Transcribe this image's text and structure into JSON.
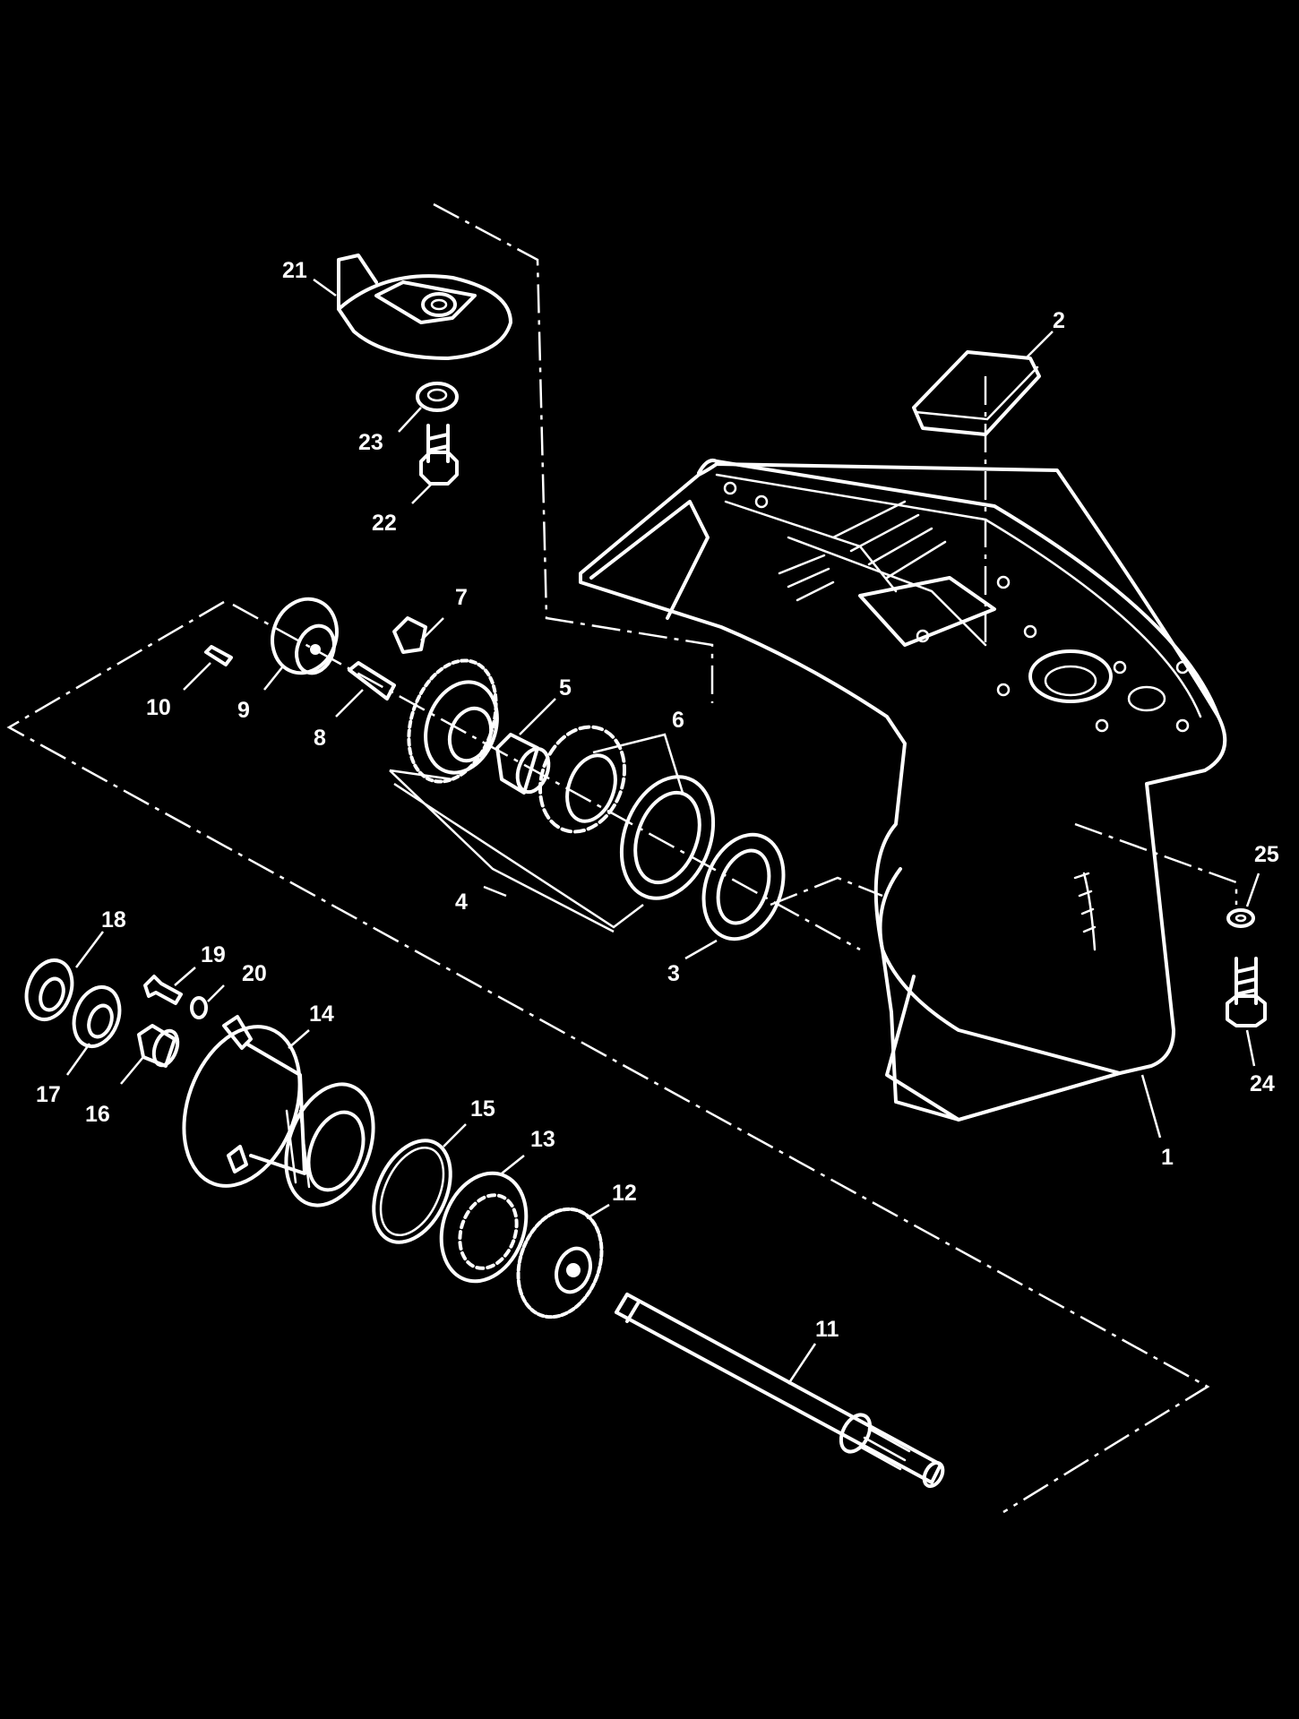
{
  "diagram": {
    "background": "#000000",
    "line_color": "#ffffff",
    "callouts": [
      {
        "id": "c1",
        "label": "1"
      },
      {
        "id": "c2",
        "label": "2"
      },
      {
        "id": "c3",
        "label": "3"
      },
      {
        "id": "c4",
        "label": "4"
      },
      {
        "id": "c5",
        "label": "5"
      },
      {
        "id": "c6",
        "label": "6"
      },
      {
        "id": "c7",
        "label": "7"
      },
      {
        "id": "c8",
        "label": "8"
      },
      {
        "id": "c9",
        "label": "9"
      },
      {
        "id": "c10",
        "label": "10"
      },
      {
        "id": "c11",
        "label": "11"
      },
      {
        "id": "c12",
        "label": "12"
      },
      {
        "id": "c13",
        "label": "13"
      },
      {
        "id": "c14",
        "label": "14"
      },
      {
        "id": "c15",
        "label": "15"
      },
      {
        "id": "c16",
        "label": "16"
      },
      {
        "id": "c17",
        "label": "17"
      },
      {
        "id": "c18",
        "label": "18"
      },
      {
        "id": "c19",
        "label": "19"
      },
      {
        "id": "c20",
        "label": "20"
      },
      {
        "id": "c21",
        "label": "21"
      },
      {
        "id": "c22",
        "label": "22"
      },
      {
        "id": "c23",
        "label": "23"
      },
      {
        "id": "c24",
        "label": "24"
      },
      {
        "id": "c25",
        "label": "25"
      }
    ]
  }
}
